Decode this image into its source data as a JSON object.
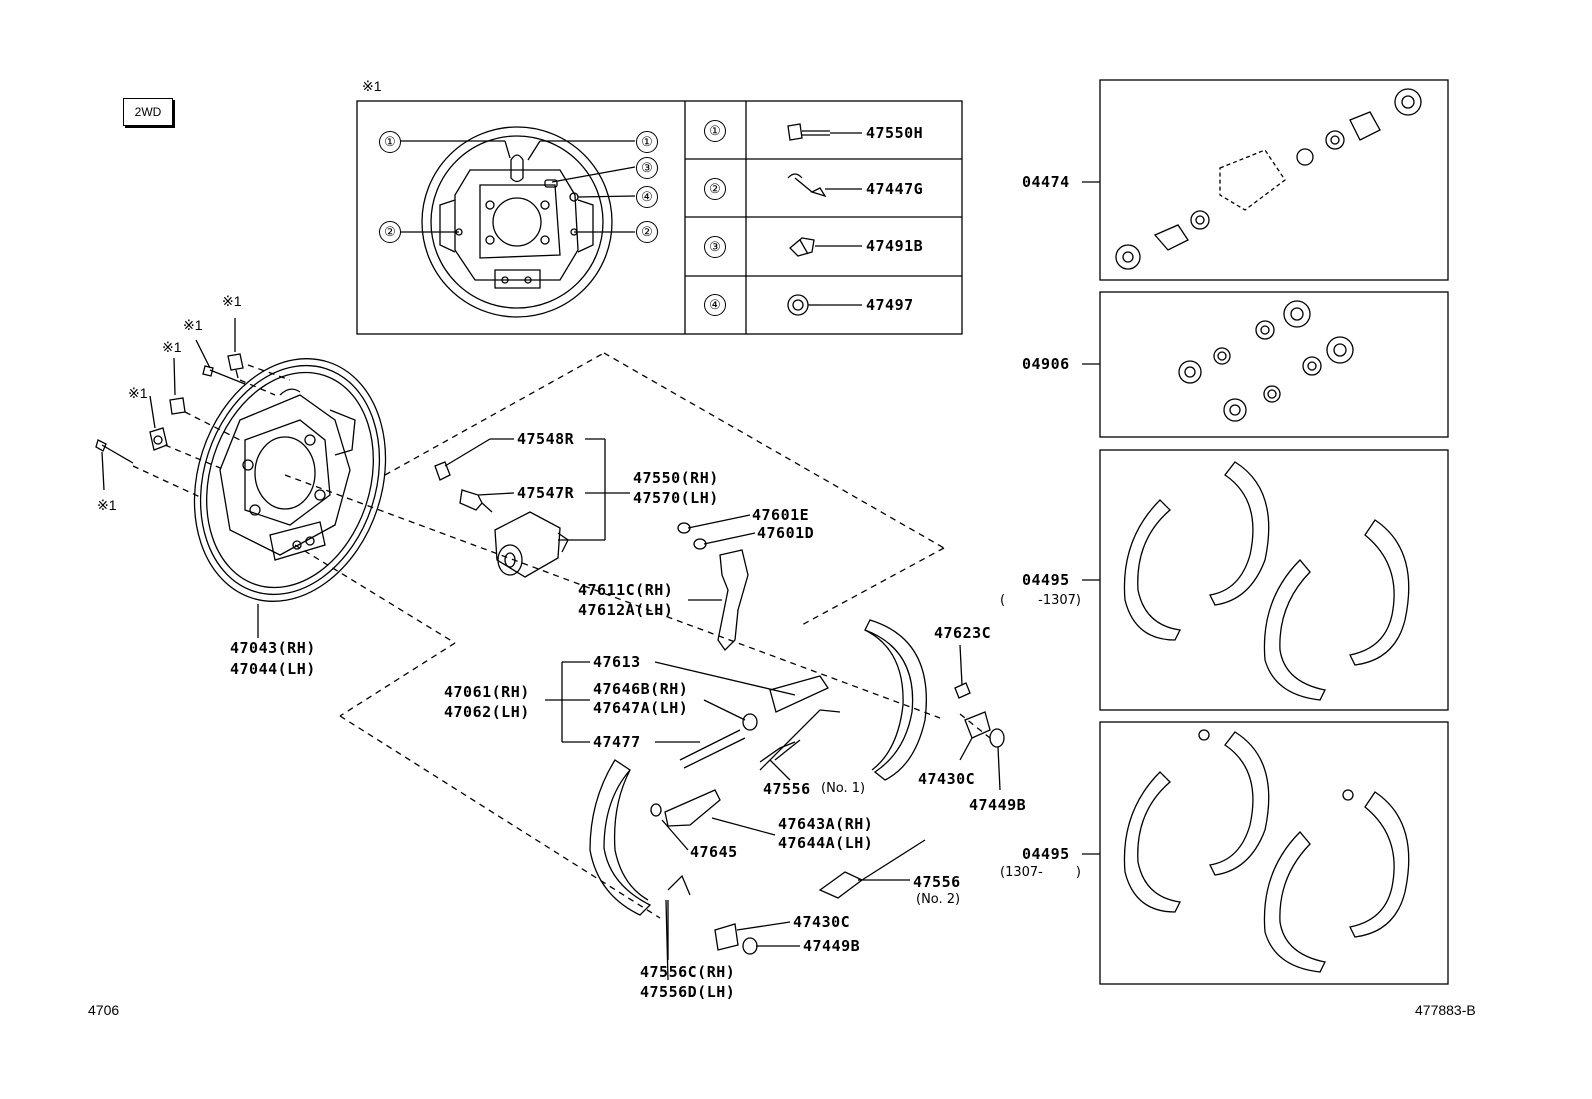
{
  "badge": "2WD",
  "detail": {
    "ref_mark": "※1",
    "callouts": [
      "①",
      "①",
      "②",
      "②",
      "③",
      "④"
    ],
    "legend": [
      {
        "num": "①",
        "part": "47550H"
      },
      {
        "num": "②",
        "part": "47447G"
      },
      {
        "num": "③",
        "part": "47491B"
      },
      {
        "num": "④",
        "part": "47497"
      }
    ]
  },
  "ref_marks": [
    "※1",
    "※1",
    "※1",
    "※1",
    "※1"
  ],
  "labels": {
    "backing_plate_rh": "47043(RH)",
    "backing_plate_lh": "47044(LH)",
    "p47548r": "47548R",
    "p47547r": "47547R",
    "cyl_rh": "47550(RH)",
    "cyl_lh": "47570(LH)",
    "p47601e": "47601E",
    "p47601d": "47601D",
    "lever_rh": "47611C(RH)",
    "lever_lh": "47612A(LH)",
    "p47613": "47613",
    "adj_rh": "47061(RH)",
    "adj_lh": "47062(LH)",
    "p47646b": "47646B(RH)",
    "p47647a": "47647A(LH)",
    "p47477": "47477",
    "p47556_1": "47556",
    "p47556_1_note": "(No. 1)",
    "p47623c": "47623C",
    "p47430c_a": "47430C",
    "p47449b_a": "47449B",
    "p47643a": "47643A(RH)",
    "p47644a": "47644A(LH)",
    "p47645": "47645",
    "p47556_2": "47556",
    "p47556_2_note": "(No. 2)",
    "p47430c_b": "47430C",
    "p47449b_b": "47449B",
    "p47556c": "47556C(RH)",
    "p47556d": "47556D(LH)"
  },
  "kits": [
    {
      "part": "04474",
      "note": ""
    },
    {
      "part": "04906",
      "note": ""
    },
    {
      "part": "04495",
      "note": "(        -1307)"
    },
    {
      "part": "04495",
      "note": "(1307-        )"
    }
  ],
  "footer": {
    "left": "4706",
    "right": "477883-B"
  }
}
